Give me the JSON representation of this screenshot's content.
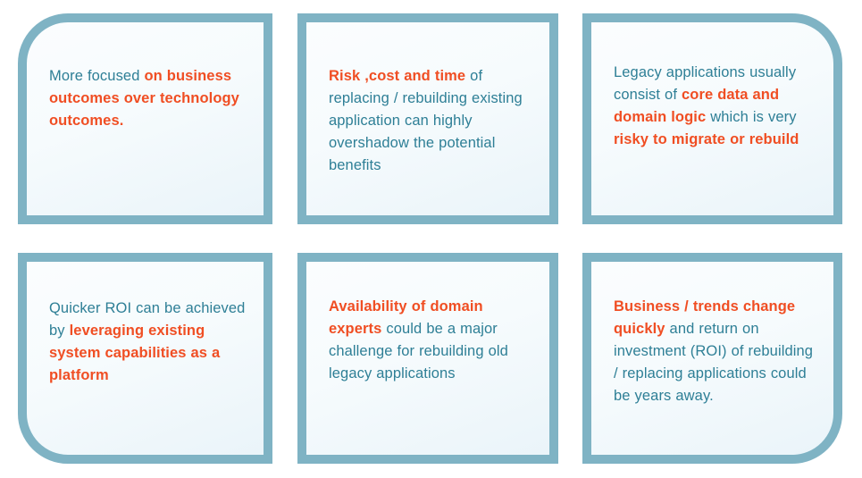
{
  "theme": {
    "border_color": "#7fb3c4",
    "body_text_color": "#2e7f96",
    "emphasis_text_color": "#f04e23",
    "card_fill_color": "#f5fafc",
    "page_background": "#ffffff"
  },
  "cards": [
    {
      "id": "card-more-focused",
      "position": "top-left",
      "corner": "rounded-top-left",
      "segments": [
        {
          "text": "More focused ",
          "emphasis": false
        },
        {
          "text": "on business outcomes over technology outcomes.",
          "emphasis": true
        }
      ],
      "plain_text": "More focused on business outcomes over technology outcomes."
    },
    {
      "id": "card-risk-cost-time",
      "position": "top-middle",
      "corner": "square",
      "segments": [
        {
          "text": "Risk ,cost and time ",
          "emphasis": true
        },
        {
          "text": "of replacing / rebuilding existing application can highly overshadow the potential benefits",
          "emphasis": false
        }
      ],
      "plain_text": "Risk ,cost and time of replacing / rebuilding existing application can highly overshadow the potential benefits"
    },
    {
      "id": "card-legacy-applications",
      "position": "top-right",
      "corner": "rounded-top-right",
      "segments": [
        {
          "text": "Legacy applications usually consist of ",
          "emphasis": false
        },
        {
          "text": "core data and domain logic ",
          "emphasis": true
        },
        {
          "text": "which is very ",
          "emphasis": false
        },
        {
          "text": "risky to migrate or rebuild",
          "emphasis": true
        }
      ],
      "plain_text": "Legacy applications usually consist of core data and domain logic which is very risky to migrate or rebuild"
    },
    {
      "id": "card-quicker-roi",
      "position": "bottom-left",
      "corner": "rounded-bottom-left",
      "segments": [
        {
          "text": "Quicker ROI can be achieved by ",
          "emphasis": false
        },
        {
          "text": "leveraging existing system capabilities as a platform",
          "emphasis": true
        }
      ],
      "plain_text": "Quicker ROI can be achieved by leveraging existing system capabilities as a platform"
    },
    {
      "id": "card-domain-experts",
      "position": "bottom-middle",
      "corner": "square",
      "segments": [
        {
          "text": "Availability of domain experts ",
          "emphasis": true
        },
        {
          "text": "could be a major challenge for rebuilding old legacy applications",
          "emphasis": false
        }
      ],
      "plain_text": "Availability of domain experts could be a major challenge for rebuilding old legacy applications"
    },
    {
      "id": "card-business-trends",
      "position": "bottom-right",
      "corner": "rounded-bottom-right",
      "segments": [
        {
          "text": "Business / trends change quickly ",
          "emphasis": true
        },
        {
          "text": "and return on investment (ROI) of rebuilding / replacing applications could be years away.",
          "emphasis": false
        }
      ],
      "plain_text": "Business / trends change quickly and return on investment (ROI) of rebuilding / replacing applications could be years away."
    }
  ]
}
